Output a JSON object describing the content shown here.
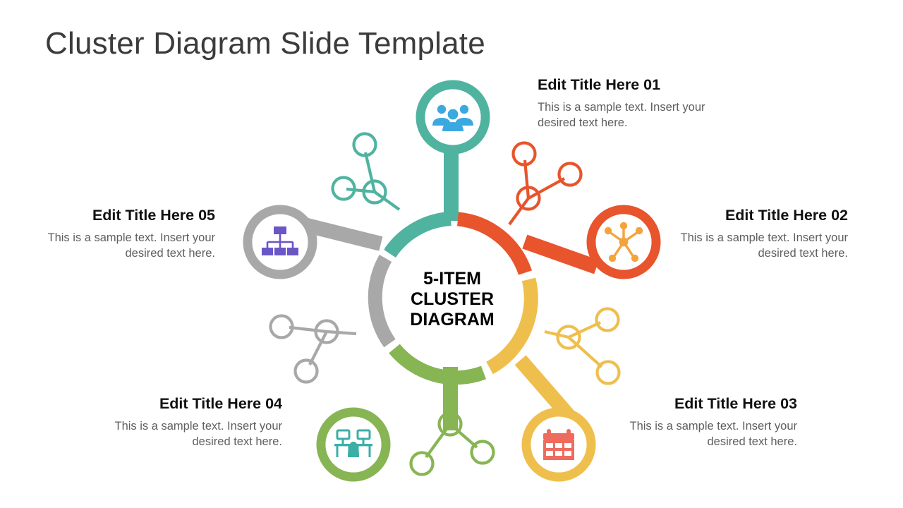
{
  "slide": {
    "title": "Cluster Diagram Slide Template",
    "background_color": "#FFFFFF",
    "title_color": "#3B3B3B"
  },
  "center": {
    "line1": "5-ITEM",
    "line2": "CLUSTER",
    "line3": "DIAGRAM",
    "text_color": "#000000"
  },
  "items": [
    {
      "number": "01",
      "title": "Edit Title Here 01",
      "body": "This is a sample text. Insert your desired text here.",
      "color": "#4FB3A0",
      "icon": "people-group-icon",
      "icon_color": "#3BA9E0",
      "align": "left"
    },
    {
      "number": "02",
      "title": "Edit Title Here 02",
      "body": "This is a sample text. Insert your desired text here.",
      "color": "#E8542C",
      "icon": "network-hub-icon",
      "icon_color": "#F5A43C",
      "align": "right"
    },
    {
      "number": "03",
      "title": "Edit Title Here 03",
      "body": "This is a sample text. Insert your desired text here.",
      "color": "#EFBF4D",
      "icon": "calendar-icon",
      "icon_color": "#EE6B5E",
      "align": "right"
    },
    {
      "number": "04",
      "title": "Edit Title Here 04",
      "body": "This is a sample text. Insert your desired text here.",
      "color": "#87B554",
      "icon": "workstations-icon",
      "icon_color": "#3BAFA6",
      "align": "right"
    },
    {
      "number": "05",
      "title": "Edit Title Here 05",
      "body": "This is a sample text. Insert your desired text here.",
      "color": "#A8A8A8",
      "icon": "org-chart-icon",
      "icon_color": "#6B56C8",
      "align": "right"
    }
  ]
}
